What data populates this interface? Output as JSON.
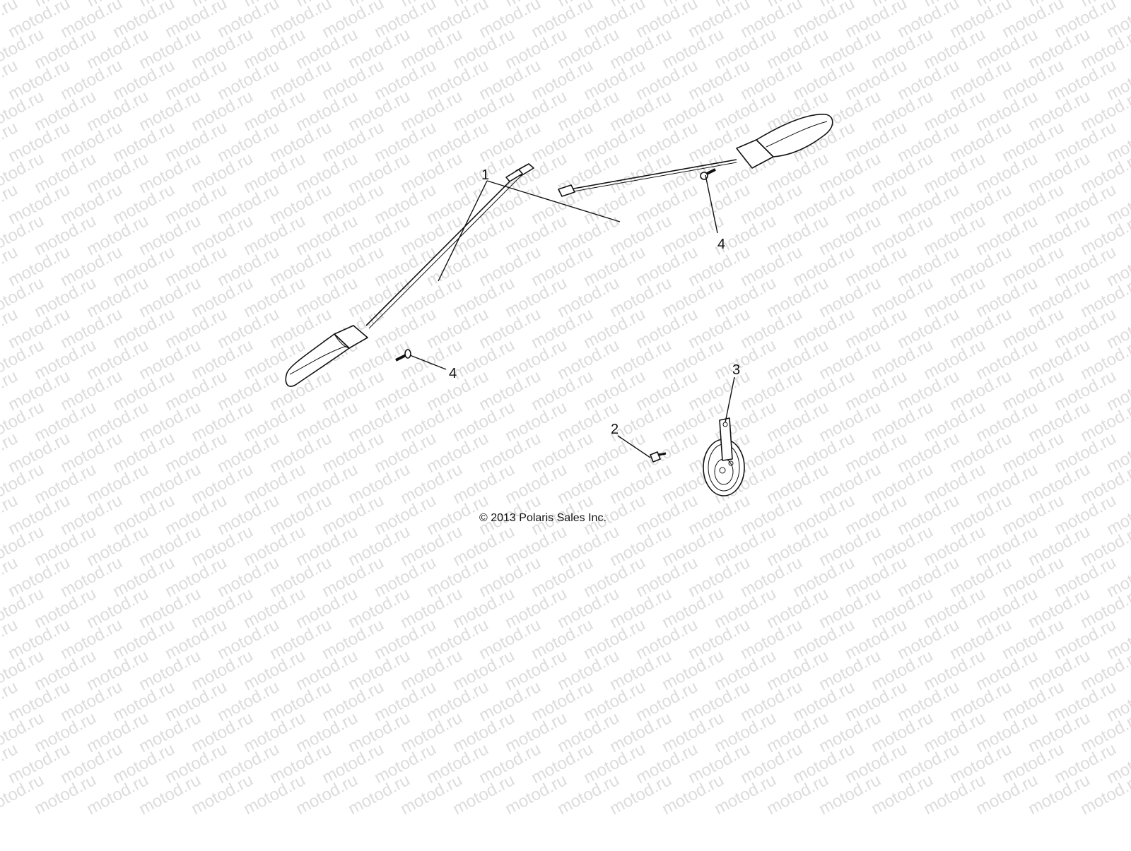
{
  "diagram": {
    "watermark": "motod.ru",
    "copyright": "© 2013 Polaris Sales Inc.",
    "callouts": [
      {
        "id": "1",
        "label": "1"
      },
      {
        "id": "2",
        "label": "2"
      },
      {
        "id": "3",
        "label": "3"
      },
      {
        "id": "4a",
        "label": "4"
      },
      {
        "id": "4b",
        "label": "4"
      }
    ]
  }
}
